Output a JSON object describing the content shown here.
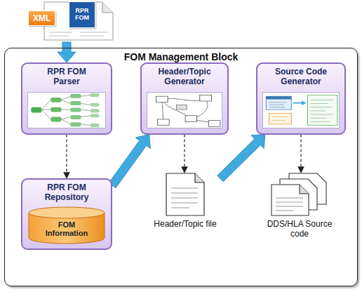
{
  "diagram": {
    "nodes": [
      {
        "text": [
          "XML",
          "RPR FOM"
        ]
      },
      {
        "text": [
          "FOM Management Block"
        ]
      },
      {
        "text": [
          "RPR FOM Parser"
        ],
        "in": 1
      },
      {
        "text": [
          "Header/Topic Generator"
        ],
        "in": 1
      },
      {
        "text": [
          "Source Code Generator"
        ],
        "in": 1
      },
      {
        "text": [
          "RPR FOM Repository"
        ],
        "in": 1
      },
      {
        "text": [
          "FOM Information"
        ],
        "in": 5
      },
      {
        "text": [
          "Header/Topic file"
        ],
        "in": 1
      },
      {
        "text": [
          "DDS/HLA Source code"
        ],
        "in": 1
      }
    ],
    "edges": [
      {
        "from": 0,
        "to": 2,
        "arrow": "to"
      },
      {
        "from": 2,
        "to": 5,
        "arrow": "to"
      },
      {
        "from": 5,
        "to": 3,
        "arrow": "to"
      },
      {
        "from": 3,
        "to": 7,
        "arrow": "to"
      },
      {
        "from": 7,
        "to": 4,
        "arrow": "to"
      },
      {
        "from": 4,
        "to": 8,
        "arrow": "to"
      }
    ]
  }
}
